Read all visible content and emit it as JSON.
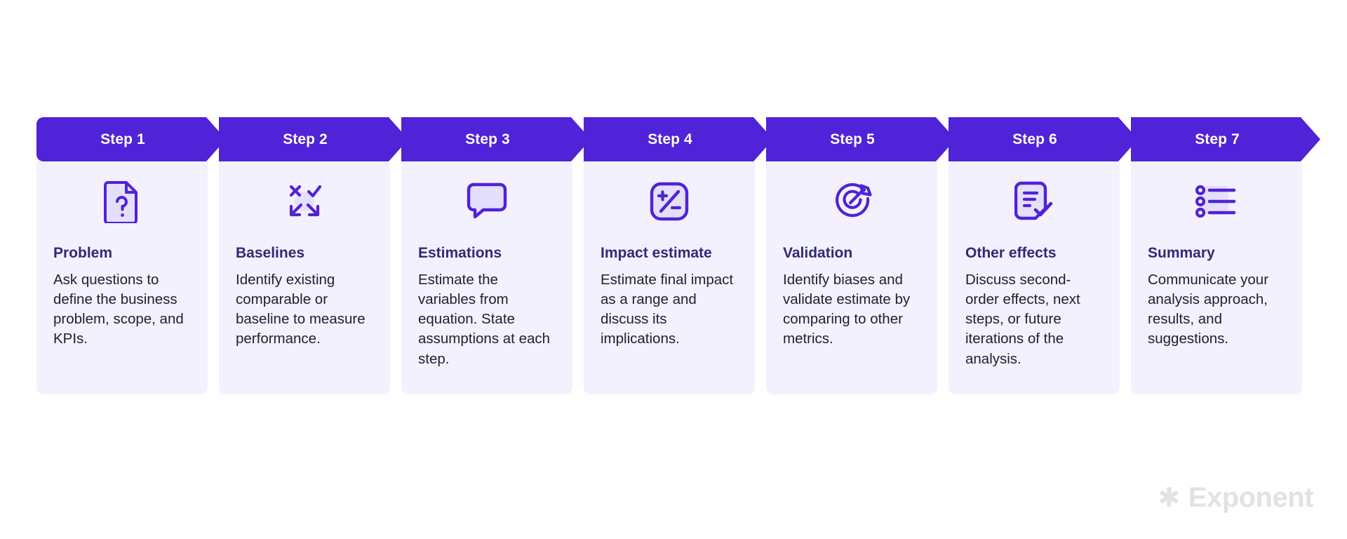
{
  "theme": {
    "accent": "#5022d8",
    "card_bg": "#f3f1fd",
    "title_color": "#2f2a78",
    "body_color": "#1d2030",
    "header_text_color": "#ffffff",
    "page_bg": "#ffffff",
    "brand_color": "#e2e2e4"
  },
  "brand": {
    "star_glyph": "✱",
    "name": "Exponent"
  },
  "steps": [
    {
      "header": "Step 1",
      "icon": "document-question-icon",
      "title": "Problem",
      "body": "Ask questions to define the business problem, scope, and KPIs."
    },
    {
      "header": "Step 2",
      "icon": "compare-cross-check-arrows-icon",
      "title": "Baselines",
      "body": "Identify existing comparable or baseline to measure performance."
    },
    {
      "header": "Step 3",
      "icon": "speech-bubble-icon",
      "title": "Estimations",
      "body": "Estimate the variables from equation. State assumptions at each step."
    },
    {
      "header": "Step 4",
      "icon": "plus-minus-calculator-icon",
      "title": "Impact estimate",
      "body": "Estimate final impact as a range and discuss its implications."
    },
    {
      "header": "Step 5",
      "icon": "target-dart-icon",
      "title": "Validation",
      "body": "Identify biases and validate estimate by comparing to other metrics."
    },
    {
      "header": "Step 6",
      "icon": "document-check-icon",
      "title": "Other effects",
      "body": "Discuss second-order effects, next steps, or future iterations of the analysis."
    },
    {
      "header": "Step 7",
      "icon": "bulleted-list-icon",
      "title": "Summary",
      "body": "Communicate your analysis approach, results, and suggestions."
    }
  ]
}
